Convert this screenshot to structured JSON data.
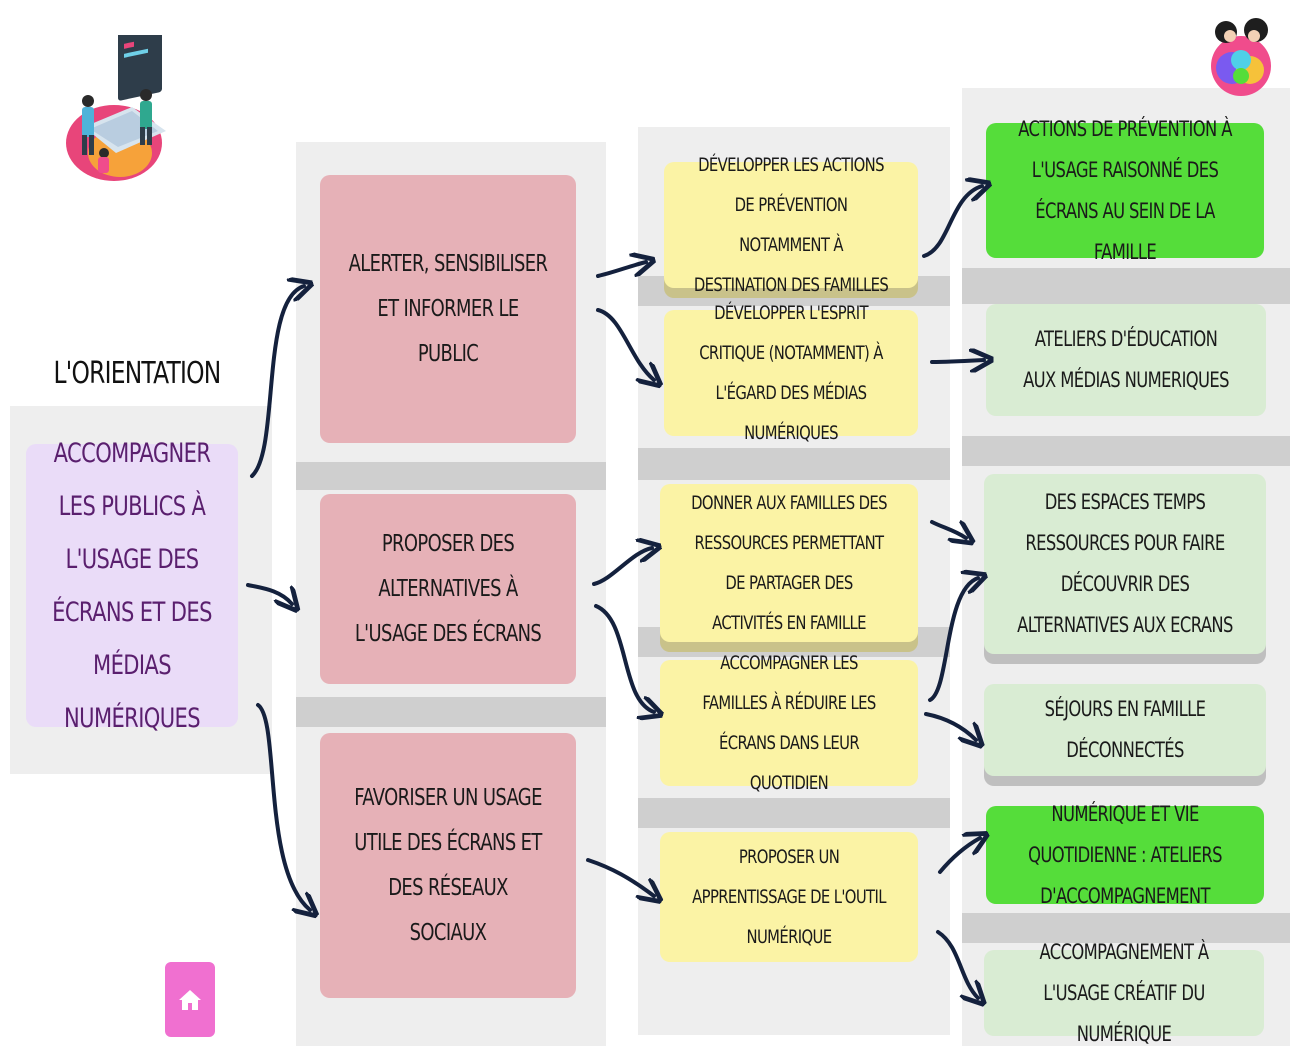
{
  "heading": "L'ORIENTATION",
  "root": "ACCOMPAGNER LES PUBLICS À L'USAGE DES ÉCRANS ET DES MÉDIAS NUMÉRIQUES",
  "objectives": [
    "ALERTER, SENSIBILISER ET INFORMER LE PUBLIC",
    "PROPOSER DES ALTERNATIVES À L'USAGE DES ÉCRANS",
    "FAVORISER UN USAGE UTILE DES ÉCRANS ET DES RÉSEAUX SOCIAUX"
  ],
  "measures": [
    "DÉVELOPPER LES ACTIONS DE PRÉVENTION NOTAMMENT À DESTINATION DES FAMILLES",
    "DÉVELOPPER L'ESPRIT CRITIQUE (NOTAMMENT) À L'ÉGARD DES MÉDIAS NUMÉRIQUES",
    "DONNER AUX FAMILLES DES RESSOURCES PERMETTANT DE PARTAGER DES ACTIVITÉS EN FAMILLE",
    "ACCOMPAGNER LES FAMILLES À RÉDUIRE LES ÉCRANS DANS LEUR QUOTIDIEN",
    "PROPOSER UN APPRENTISSAGE DE L'OUTIL NUMÉRIQUE"
  ],
  "actions": [
    "ACTIONS DE PRÉVENTION À L'USAGE RAISONNÉ DES ÉCRANS AU SEIN DE LA FAMILLE",
    "ATELIERS D'ÉDUCATION AUX MÉDIAS NUMERIQUES",
    "DES ESPACES TEMPS RESSOURCES POUR FAIRE DÉCOUVRIR DES ALTERNATIVES AUX ECRANS",
    "SÉJOURS EN FAMILLE DÉCONNECTÉS",
    "NUMÉRIQUE ET VIE QUOTIDIENNE : ATELIERS D'ACCOMPAGNEMENT",
    "ACCOMPAGNEMENT À L'USAGE CRÉATIF DU NUMÉRIQUE"
  ],
  "colors": {
    "root": "#eadcf8",
    "objective": "#e6b1b7",
    "measure": "#fbf3a5",
    "action_highlight": "#55dd3a",
    "action": "#d9ecd3",
    "home_button": "#f070d0",
    "arrow": "#14213d"
  },
  "icons": {
    "home": "home-icon",
    "illustration": "laptop-people-illustration",
    "logo": "family-logo"
  }
}
